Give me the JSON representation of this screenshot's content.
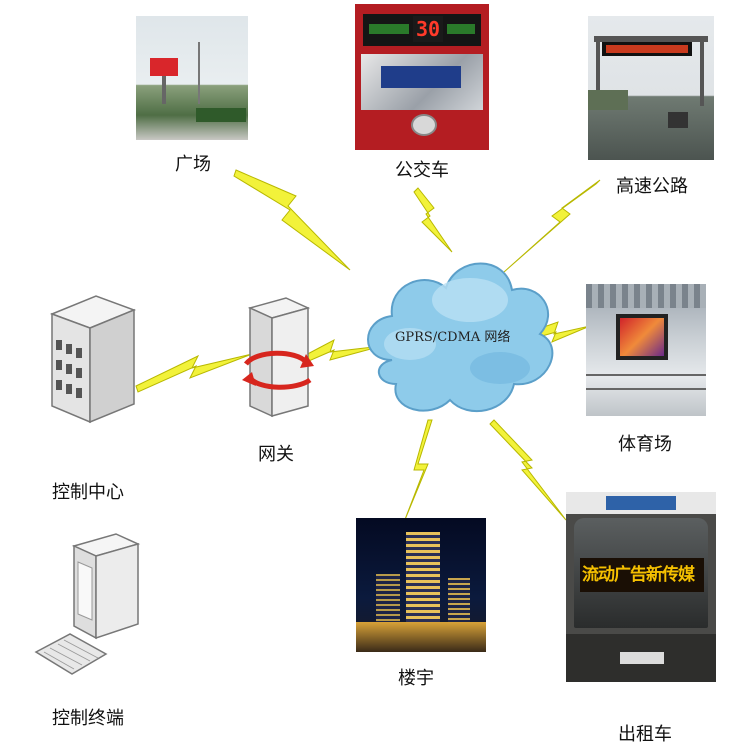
{
  "network": {
    "label": "GPRS/CDMA 网络"
  },
  "nodes": {
    "plaza": "广场",
    "bus": "公交车",
    "highway": "高速公路",
    "stadium": "体育场",
    "taxi": "出租车",
    "building": "楼宇",
    "gateway": "网关",
    "control_center": "控制中心",
    "control_terminal": "控制终端"
  },
  "led": {
    "bus_number": "30",
    "taxi_text": "流动广告新传媒"
  },
  "colors": {
    "cloud": "#8ecbea",
    "lightning": "#f2f23a",
    "led_text": "#f5c000"
  }
}
